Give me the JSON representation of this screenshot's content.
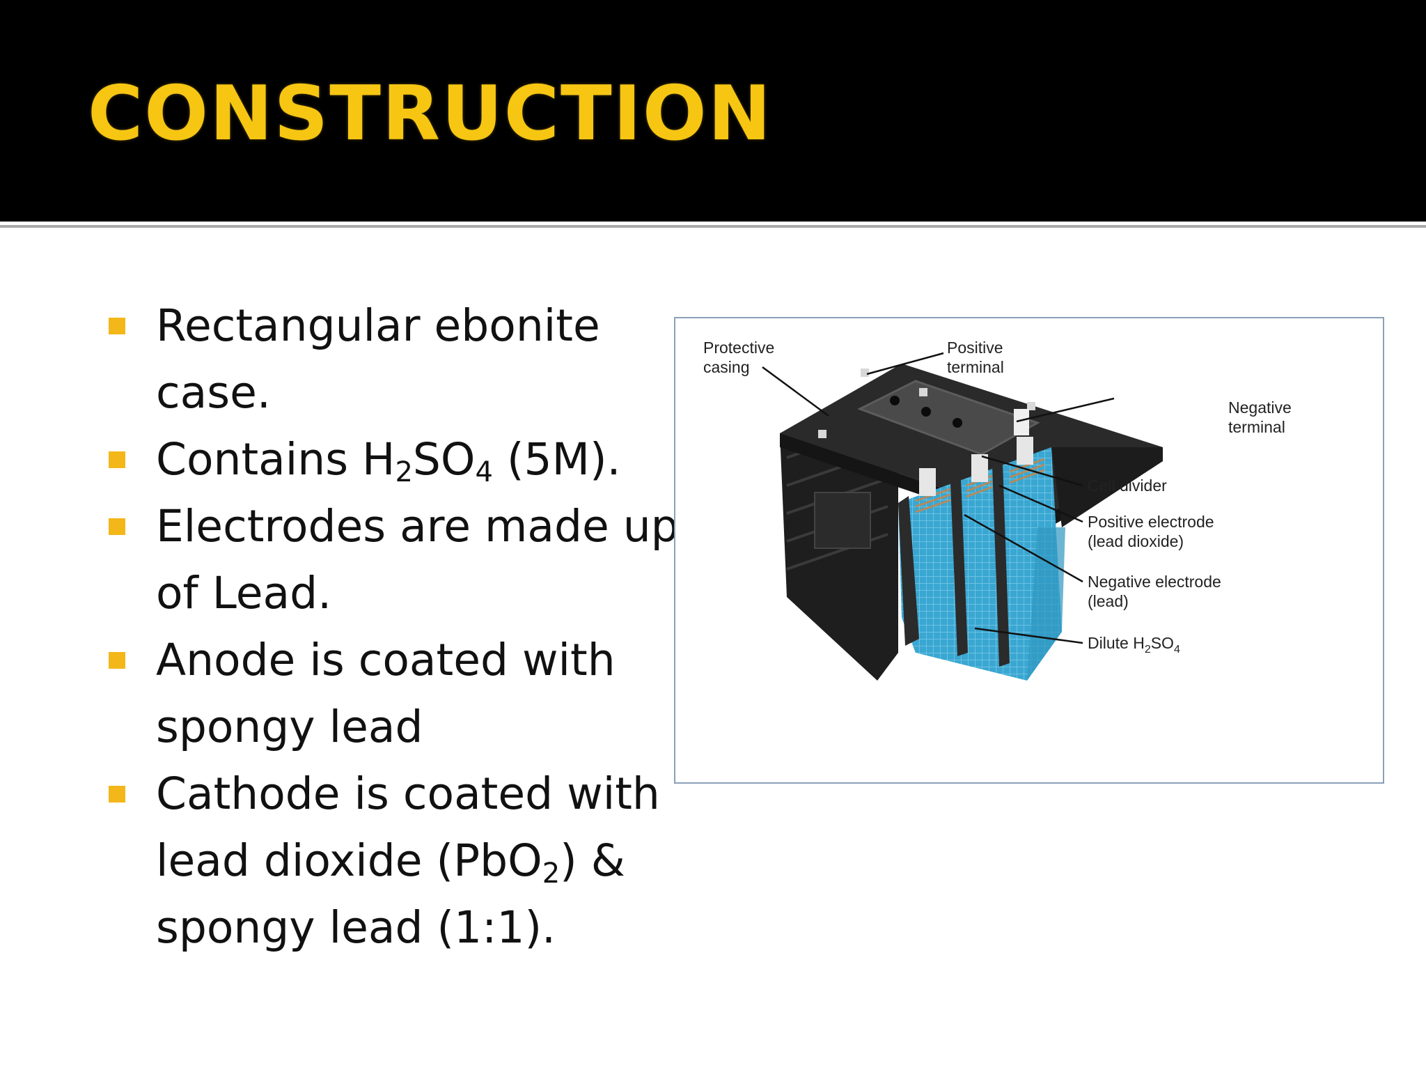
{
  "slide": {
    "title": "CONSTRUCTION",
    "bullets": [
      {
        "segments": [
          {
            "t": "Rectangular ebonite case."
          }
        ]
      },
      {
        "segments": [
          {
            "t": "Contains H"
          },
          {
            "sub": "2"
          },
          {
            "t": "SO"
          },
          {
            "sub": "4"
          },
          {
            "t": " (5M)."
          }
        ]
      },
      {
        "segments": [
          {
            "t": "Electrodes are made up of Lead."
          }
        ]
      },
      {
        "segments": [
          {
            "t": "Anode is coated with spongy lead"
          }
        ]
      },
      {
        "segments": [
          {
            "t": "Cathode is coated with lead dioxide (PbO"
          },
          {
            "sub": "2"
          },
          {
            "t": ") & spongy lead (1:1)."
          }
        ]
      }
    ]
  },
  "diagram": {
    "labels": {
      "protective_casing": [
        "Protective",
        "casing"
      ],
      "positive_terminal": [
        "Positive",
        "terminal"
      ],
      "negative_terminal": [
        "Negative",
        "terminal"
      ],
      "cell_divider": [
        "Cell divider"
      ],
      "positive_electrode": [
        "Positive electrode",
        "(lead dioxide)"
      ],
      "negative_electrode": [
        "Negative electrode",
        "(lead)"
      ]
    },
    "dilute_label": {
      "prefix": "Dilute H",
      "sub1": "2",
      "mid": "SO",
      "sub2": "4"
    },
    "colors": {
      "casing": "#262626",
      "electrolyte": "#3aa9d3",
      "terminal": "#e6e6e6"
    }
  }
}
